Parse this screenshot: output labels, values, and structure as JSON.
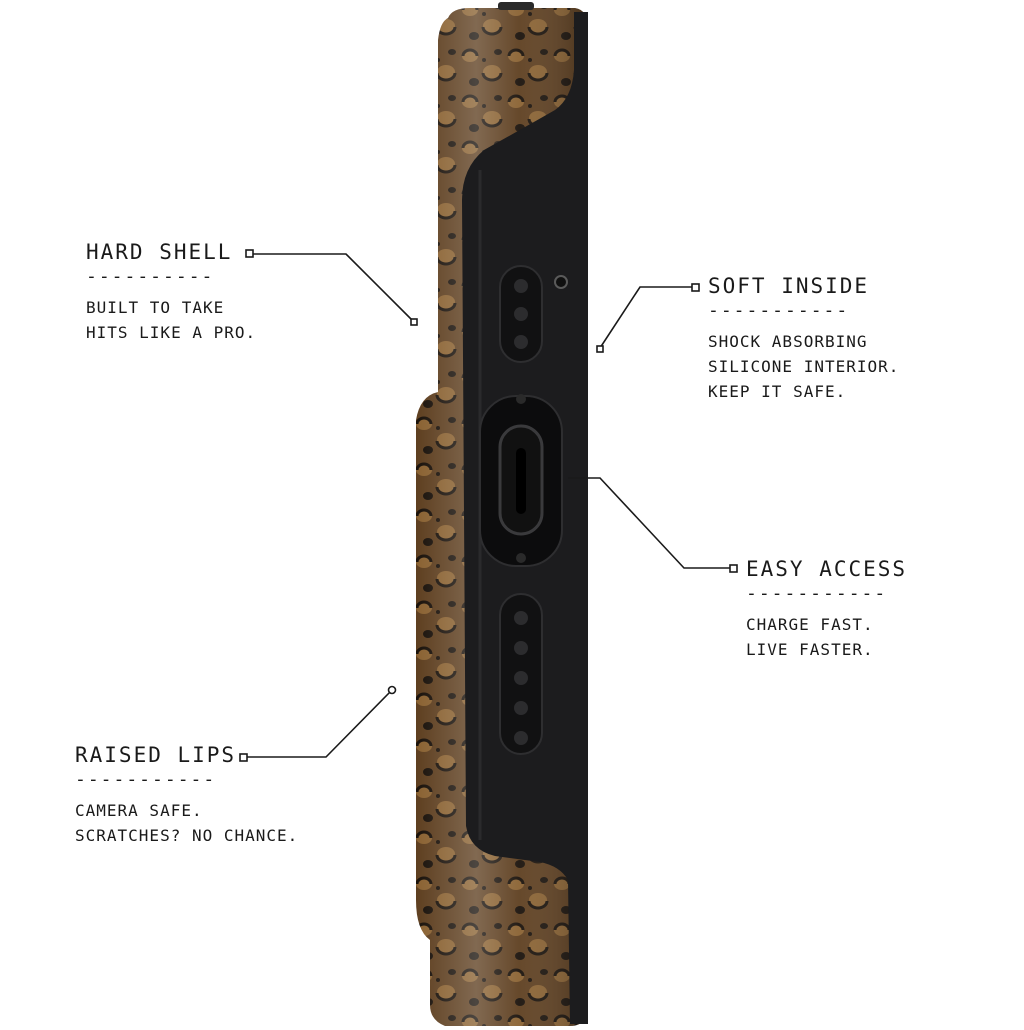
{
  "callouts": {
    "hard_shell": {
      "title": "HARD SHELL",
      "rule": "----------",
      "lines": [
        "BUILT TO TAKE",
        "HITS LIKE A PRO."
      ]
    },
    "soft_inside": {
      "title": "SOFT INSIDE",
      "rule": "-----------",
      "lines": [
        "SHOCK ABSORBING",
        "SILICONE INTERIOR.",
        "KEEP IT SAFE."
      ]
    },
    "easy_access": {
      "title": "EASY ACCESS",
      "rule": "-----------",
      "lines": [
        "CHARGE FAST.",
        "LIVE FASTER."
      ]
    },
    "raised_lips": {
      "title": "RAISED LIPS",
      "rule": "-----------",
      "lines": [
        "CAMERA SAFE.",
        "SCRATCHES? NO CHANCE."
      ]
    }
  },
  "colors": {
    "background": "#ffffff",
    "case_black": "#1c1c1e",
    "leopard_base": "#5a3b1e",
    "leopard_spot": "#1a120b",
    "line": "#1a1a1a"
  }
}
